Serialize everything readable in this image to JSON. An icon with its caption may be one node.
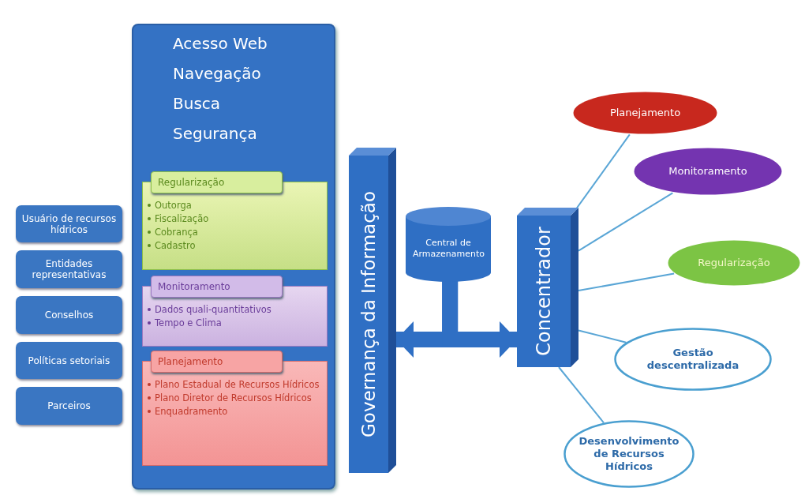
{
  "diagram": {
    "nodes": [
      {
        "text": [
          "Acesso Web",
          "Navegação",
          "Busca",
          "Segurança"
        ]
      },
      {
        "text": [
          "Regularização",
          "Outorga",
          "Fiscalização",
          "Cobrança",
          "Cadastro"
        ],
        "in": 0
      },
      {
        "text": [
          "Monitoramento",
          "Dados quali-quantitativos",
          "Tempo e Clima"
        ],
        "in": 0
      },
      {
        "text": [
          "Planejamento",
          "Plano Estadual de Recursos Hídricos",
          "Plano Diretor de Recursos Hídricos",
          "Enquadramento"
        ],
        "in": 0
      },
      {
        "text": [
          "Usuário de recursos hídricos"
        ]
      },
      {
        "text": [
          "Entidades representativas"
        ]
      },
      {
        "text": [
          "Conselhos"
        ]
      },
      {
        "text": [
          "Políticas setoriais"
        ]
      },
      {
        "text": [
          "Parceiros"
        ]
      },
      {
        "text": [
          "Governança da Informação"
        ]
      },
      {
        "text": [
          "Central de Armazenamento"
        ]
      },
      {
        "text": [
          "Concentrador"
        ]
      },
      {
        "text": [
          "Planejamento"
        ]
      },
      {
        "text": [
          "Monitoramento"
        ]
      },
      {
        "text": [
          "Regularização"
        ]
      },
      {
        "text": [
          "Gestão descentralizada"
        ]
      },
      {
        "text": [
          "Desenvolvimento de Recursos Hídricos"
        ]
      }
    ],
    "edges": [
      {
        "from": 10,
        "to": 9,
        "arrow": "to",
        "style": "thick",
        "color": "#2f6fc4"
      },
      {
        "from": 10,
        "to": 11,
        "arrow": "to",
        "style": "thick",
        "color": "#2f6fc4"
      },
      {
        "from": 11,
        "to": 12,
        "arrow": "none"
      },
      {
        "from": 11,
        "to": 13,
        "arrow": "none"
      },
      {
        "from": 11,
        "to": 14,
        "arrow": "none"
      },
      {
        "from": 11,
        "to": 15,
        "arrow": "none"
      },
      {
        "from": 11,
        "to": 16,
        "arrow": "none"
      }
    ]
  }
}
